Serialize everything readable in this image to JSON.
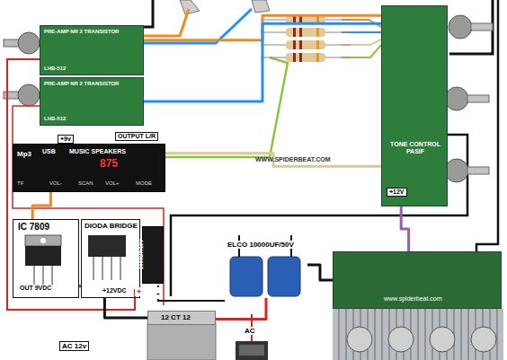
{
  "diagram": {
    "nodes": [
      {
        "text": [
          "PRE-AMP NR 2 TRANSISTOR",
          "LHB-512"
        ]
      },
      {
        "text": [
          "PRE-AMP NR 2 TRANSISTOR",
          "LHB-512"
        ]
      },
      {
        "text": [
          "Mp3",
          "USB",
          "MUSIC SPEAKERS",
          "875",
          "TF",
          "VOL-",
          "SCAN",
          "VOL+",
          "MODE"
        ]
      },
      {
        "text": [
          "TONE CONTROL PASIF"
        ]
      },
      {
        "text": [
          "IC 7809",
          "OUT 9VDC"
        ]
      },
      {
        "text": [
          "DIODA BRIDGE"
        ]
      },
      {
        "text": [
          "1000UF/16V"
        ]
      },
      {
        "text": [
          "ELCO 10000UF/50V"
        ]
      },
      {
        "text": [
          "12 CT 12"
        ]
      },
      {
        "text": [
          "www.spiderbeat.com"
        ]
      }
    ],
    "edges": [
      {
        "from": 0,
        "to": 3,
        "arrow": "none"
      },
      {
        "from": 1,
        "to": 3,
        "arrow": "none"
      },
      {
        "from": 2,
        "to": 3,
        "arrow": "none"
      },
      {
        "from": 3,
        "to": 9,
        "arrow": "none"
      },
      {
        "from": 8,
        "to": 5,
        "arrow": "none"
      },
      {
        "from": 5,
        "to": 4,
        "arrow": "none"
      },
      {
        "from": 4,
        "to": 2,
        "arrow": "none"
      },
      {
        "from": 7,
        "to": 9,
        "arrow": "none"
      },
      {
        "from": 8,
        "to": 7,
        "arrow": "none"
      }
    ],
    "labels": [
      "+9v",
      "OUTPUT L/R",
      "WWW.SPIDERBEAT.COM",
      "+12V",
      "+12VDC",
      "-",
      "+",
      "AC 12v",
      "AC"
    ]
  }
}
